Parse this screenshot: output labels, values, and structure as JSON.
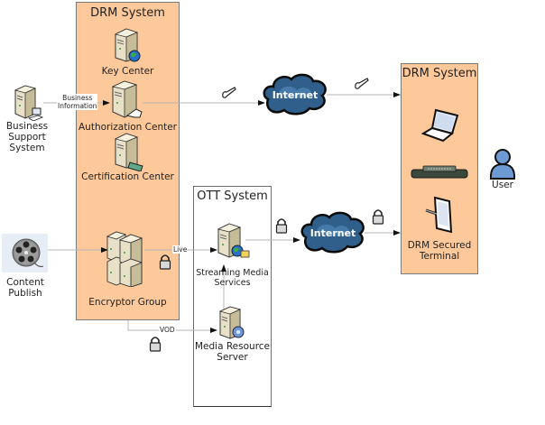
{
  "groups": {
    "drm_left": {
      "title": "DRM System"
    },
    "ott": {
      "title": "OTT System"
    },
    "drm_right": {
      "title": "DRM System"
    }
  },
  "nodes": {
    "key_center": {
      "label": "Key Center",
      "icon": "server-globe-icon"
    },
    "authorization_center": {
      "label": "Authorization Center",
      "icon": "server-key-icon"
    },
    "certification_center": {
      "label": "Certification Center",
      "icon": "server-certificate-icon"
    },
    "encryptor_group": {
      "label": "Encryptor Group",
      "icon": "server-cluster-icon"
    },
    "business_support": {
      "label_line1": "Business",
      "label_line2": "Support",
      "label_line3": "System",
      "icon": "server-computer-icon"
    },
    "content_publish": {
      "label_line1": "Content",
      "label_line2": "Publish",
      "icon": "film-reel-icon"
    },
    "streaming_media": {
      "label_line1": "Streaming Media",
      "label_line2": "Services",
      "icon": "server-globe-folder-icon"
    },
    "media_resource": {
      "label_line1": "Media Resource",
      "label_line2": "Server",
      "icon": "server-disc-icon"
    },
    "internet_top": {
      "label": "Internet",
      "icon": "cloud-icon"
    },
    "internet_bottom": {
      "label": "Internet",
      "icon": "cloud-icon"
    },
    "laptop": {
      "icon": "laptop-icon"
    },
    "set_top_box": {
      "icon": "set-top-box-icon"
    },
    "drm_terminal": {
      "label_line1": "DRM Secured",
      "label_line2": "Terminal",
      "icon": "tablet-icon"
    },
    "user": {
      "label": "User",
      "icon": "user-icon"
    }
  },
  "edges": {
    "business_info": {
      "label_line1": "Business",
      "label_line2": "Information"
    },
    "live": {
      "label": "Live"
    },
    "vod": {
      "label": "VOD"
    }
  },
  "colors": {
    "drm_fill": "#fdc99a",
    "cloud_fill": "#2f5f8a",
    "line": "#b5b5b5"
  }
}
